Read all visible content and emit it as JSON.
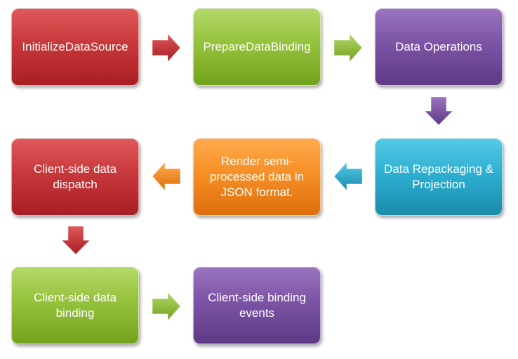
{
  "diagram": {
    "nodes": {
      "initialize_datasource": "InitializeDataSource",
      "prepare_databinding": "PrepareDataBinding",
      "data_operations": "Data Operations",
      "data_repackaging": "Data Repackaging &\nProjection",
      "render_json": "Render semi-\nprocessed data in\nJSON format.",
      "client_dispatch": "Client-side data\ndispatch",
      "client_binding": "Client-side data\nbinding",
      "client_binding_events": "Client-side binding\nevents"
    },
    "colors": {
      "red": "#c7383b",
      "green": "#95c23b",
      "purple": "#7c53a5",
      "blue": "#2db0d2",
      "orange": "#f78f26"
    },
    "edges": [
      {
        "from": "InitializeDataSource",
        "to": "PrepareDataBinding"
      },
      {
        "from": "PrepareDataBinding",
        "to": "Data Operations"
      },
      {
        "from": "Data Operations",
        "to": "Data Repackaging & Projection"
      },
      {
        "from": "Data Repackaging & Projection",
        "to": "Render semi-processed data in JSON format."
      },
      {
        "from": "Render semi-processed data in JSON format.",
        "to": "Client-side data dispatch"
      },
      {
        "from": "Client-side data dispatch",
        "to": "Client-side data binding"
      },
      {
        "from": "Client-side data binding",
        "to": "Client-side binding events"
      }
    ]
  }
}
